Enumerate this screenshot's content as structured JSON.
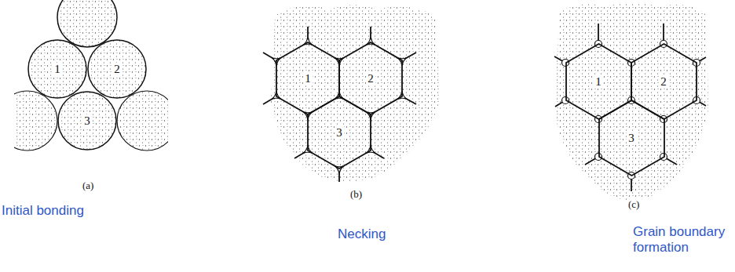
{
  "diagram": {
    "nodes": [
      {
        "text": [
          "1"
        ]
      },
      {
        "text": [
          "2"
        ]
      },
      {
        "text": [
          "3"
        ]
      },
      {
        "text": [
          "1"
        ]
      },
      {
        "text": [
          "2"
        ]
      },
      {
        "text": [
          "3"
        ]
      },
      {
        "text": [
          "1"
        ]
      },
      {
        "text": [
          "2"
        ]
      },
      {
        "text": [
          "3"
        ]
      }
    ],
    "labels": [
      "(a)",
      "(b)",
      "(c)",
      "Initial bonding",
      "Necking",
      "Grain boundary formation"
    ]
  }
}
